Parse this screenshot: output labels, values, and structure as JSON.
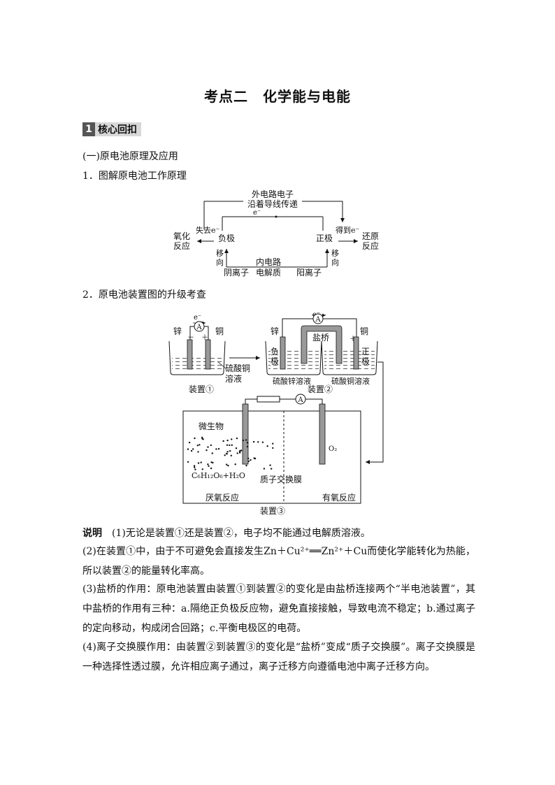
{
  "title": "考点二　化学能与电能",
  "badge": {
    "num": "1",
    "label": "核心回扣"
  },
  "section": "(一)原电池原理及应用",
  "item1": "1．图解原电池工作原理",
  "item2": "2．原电池装置图的升级考查",
  "flow": {
    "top_line1": "外电路电子",
    "top_line2": "沿着导线传递",
    "electron": "e⁻",
    "lose": "失去e⁻",
    "gain": "得到e⁻",
    "oxidation_1": "氧化",
    "oxidation_2": "反应",
    "negative": "负极",
    "positive": "正极",
    "reduction_1": "还原",
    "reduction_2": "反应",
    "move_1": "移",
    "move_2": "向",
    "inner_1": "内电路",
    "inner_2": "电解质",
    "anion": "阴离子",
    "cation": "阳离子"
  },
  "devices": {
    "zn": "锌",
    "cu": "铜",
    "minus": "－",
    "plus": "＋",
    "ammeter": "A",
    "electron": "e⁻",
    "cuso4_1": "硫酸铜",
    "cuso4_2": "溶液",
    "device1": "装置①",
    "salt_bridge": "盐桥",
    "neg_1": "负",
    "neg_2": "极",
    "pos_1": "正",
    "pos_2": "极",
    "znso4_sol": "硫酸锌溶液",
    "cuso4_sol": "硫酸铜溶液",
    "device2": "装置②",
    "microbe": "微生物",
    "o2": "O₂",
    "glucose": "C₆H₁₂O₆+H₂O",
    "membrane": "质子交换膜",
    "anaerobic": "厌氧反应",
    "aerobic": "有氧反应",
    "device3": "装置③"
  },
  "notes": {
    "p1_lead": "说明",
    "p1": "　(1)无论是装置①还是装置②，电子均不能通过电解质溶液。",
    "p2": "(2)在装置①中，由于不可避免会直接发生Zn＋Cu²⁺══Zn²⁺＋Cu而使化学能转化为热能，所以装置②的能量转化率高。",
    "p3": "(3)盐桥的作用：原电池装置由装置①到装置②的变化是由盐桥连接两个“半电池装置”，其中盐桥的作用有三种：a.隔绝正负极反应物，避免直接接触，导致电流不稳定；b.通过离子的定向移动，构成闭合回路；c.平衡电极区的电荷。",
    "p4": "(4)离子交换膜作用：由装置②到装置③的变化是“盐桥”变成“质子交换膜”。离子交换膜是一种选择性透过膜，允许相应离子通过，离子迁移方向遵循电池中离子迁移方向。"
  }
}
